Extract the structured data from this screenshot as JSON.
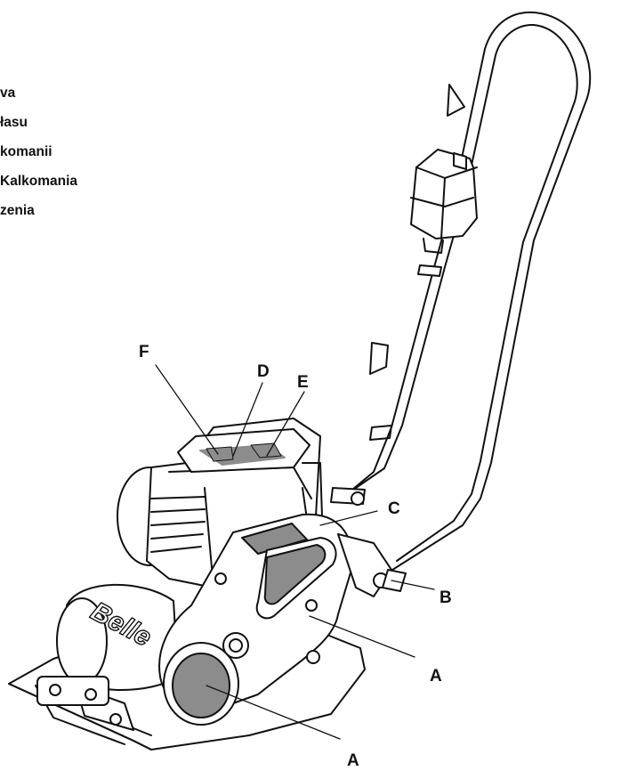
{
  "legend": [
    "va",
    "łasu",
    "komanii",
    "Kalkomania",
    "zenia"
  ],
  "callouts": {
    "a_lower": "A",
    "a_upper": "A",
    "b": "B",
    "c": "C",
    "d": "D",
    "e": "E",
    "f": "F"
  },
  "brand": "Belle",
  "colors": {
    "ink": "#111111",
    "decal": "#8c8c8c",
    "fill": "#ffffff"
  }
}
